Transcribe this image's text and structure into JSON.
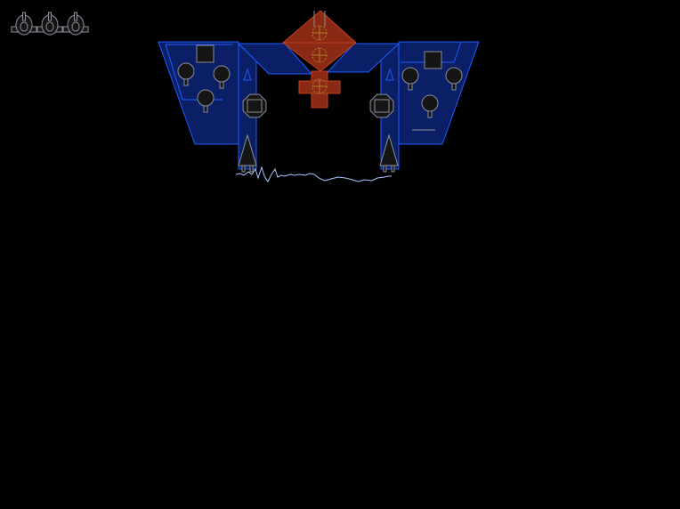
{
  "game": {
    "lives_remaining": 3,
    "life_icon": "ship-icon",
    "boss_name": "",
    "colors": {
      "background": "#000000",
      "hull_fill": "#0a1f66",
      "hull_stroke": "#1f5cff",
      "core_fill": "#8a2a14",
      "core_stroke": "#c0401f",
      "turret_fill": "#151515",
      "turret_stroke": "#8a8f99",
      "core_glyph": "#b07a2a",
      "beam": "#a9c8ff"
    },
    "boss": {
      "left_wing_turrets": 3,
      "right_wing_turrets": 3,
      "arm_cannons": 2,
      "core_modules": 3,
      "engine_fins": 2
    }
  }
}
